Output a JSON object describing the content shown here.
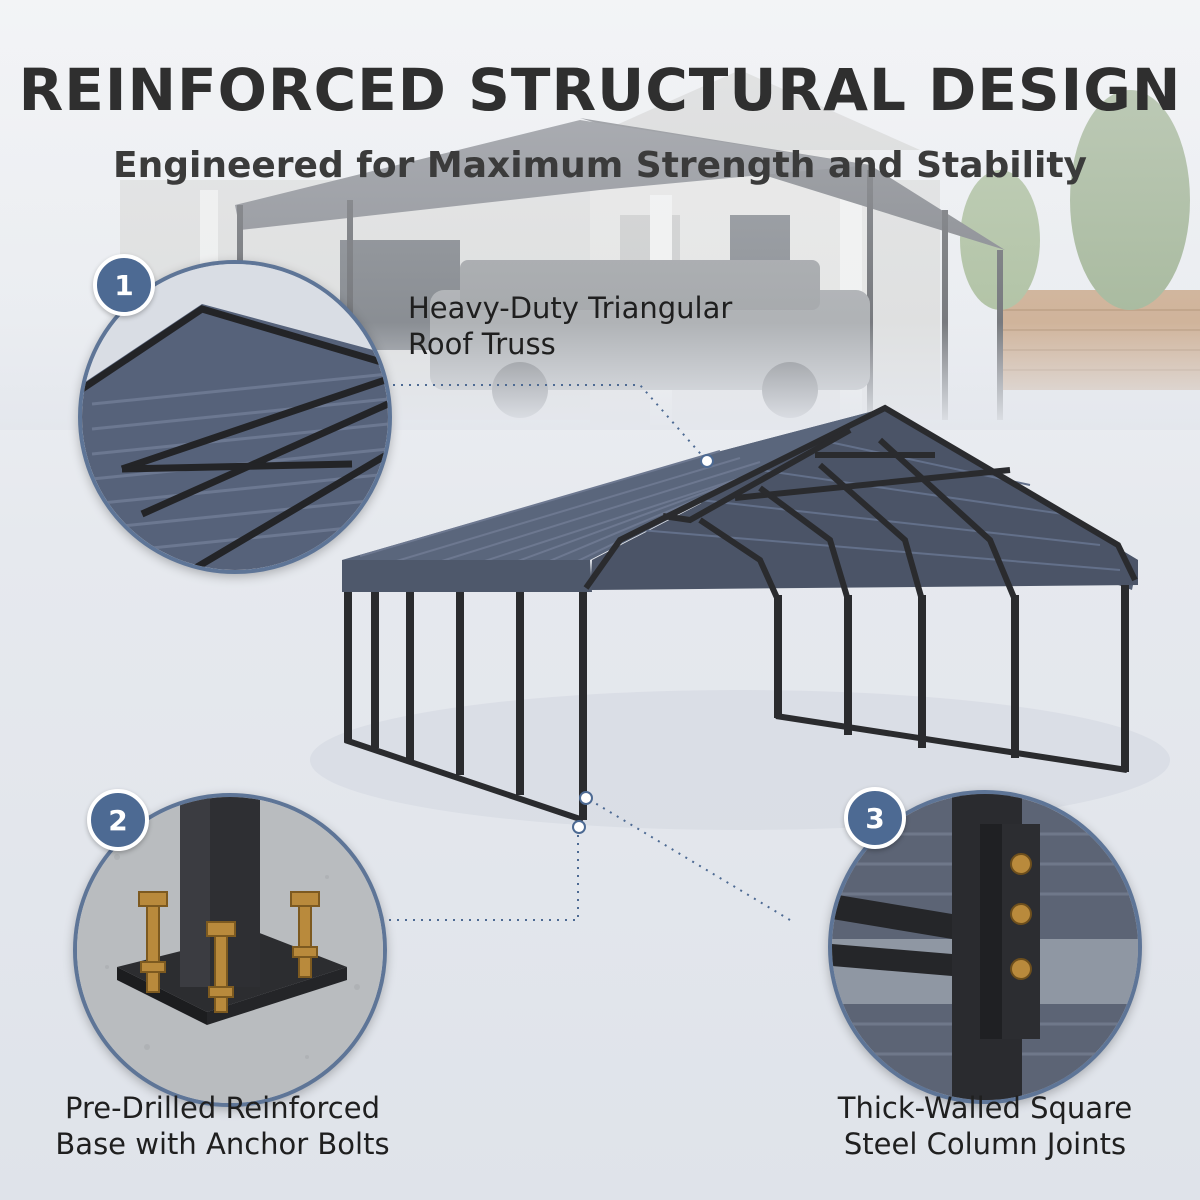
{
  "header": {
    "title": "REINFORCED STRUCTURAL DESIGN",
    "subtitle": "Engineered for Maximum Strength and Stability"
  },
  "callouts": [
    {
      "number": "1",
      "line1": "Heavy-Duty Triangular",
      "line2": "Roof Truss"
    },
    {
      "number": "2",
      "line1": "Pre-Drilled Reinforced",
      "line2": "Base with Anchor Bolts"
    },
    {
      "number": "3",
      "line1": "Thick-Walled Square",
      "line2": "Steel Column Joints"
    }
  ],
  "colors": {
    "title_text": "#2f2f2f",
    "badge_fill": "#4d6a93",
    "roof_panel": "#4a5569",
    "steel_frame": "#2b2b2b",
    "bolt_brass": "#b98a3c"
  },
  "icons": [
    "number-badge",
    "dotted-leader-line"
  ]
}
